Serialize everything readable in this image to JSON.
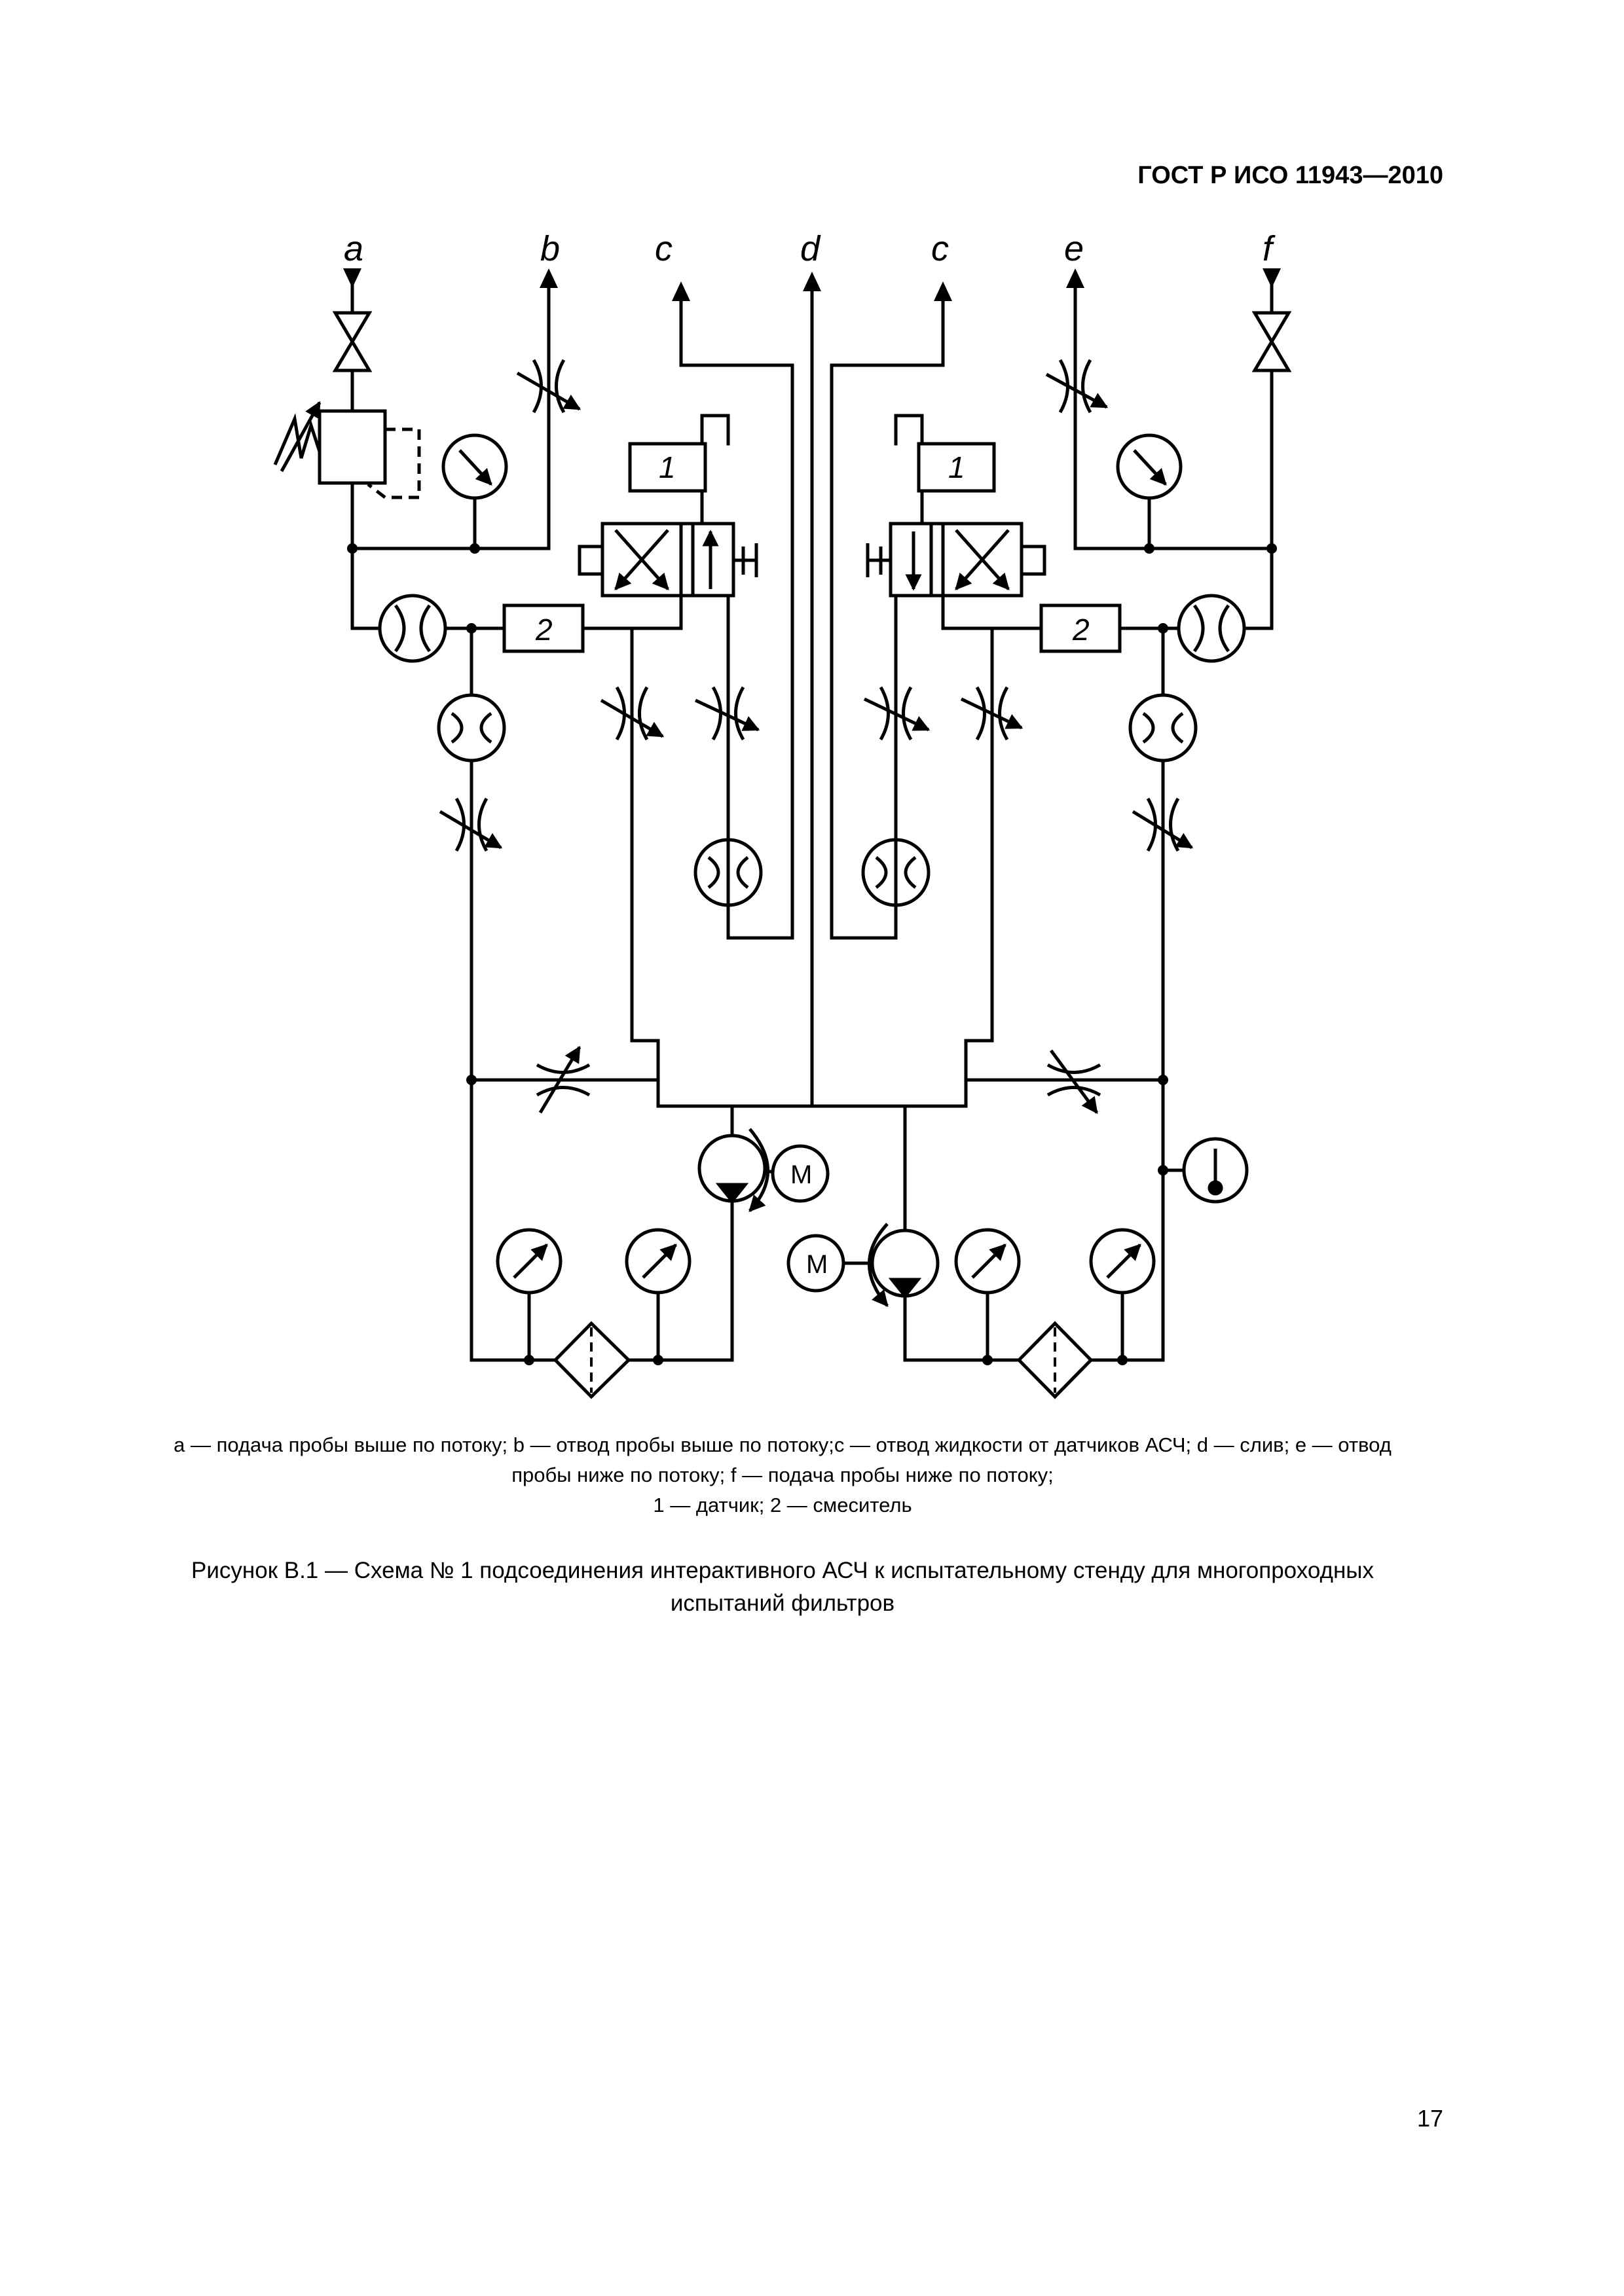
{
  "header": {
    "document_code": "ГОСТ Р ИСО 11943—2010"
  },
  "diagram": {
    "port_labels": {
      "a": "a",
      "b": "b",
      "c_left": "c",
      "d": "d",
      "c_right": "c",
      "e": "e",
      "f": "f"
    },
    "box_labels": {
      "sensor_left": "1",
      "sensor_right": "1",
      "mixer_left": "2",
      "mixer_right": "2"
    },
    "motor_label": "M"
  },
  "legend": {
    "line1": "a — подача пробы выше по потоку; b — отвод пробы выше по потоку;c — отвод жидкости от датчиков АСЧ; d — слив; e — отвод",
    "line2": "пробы ниже по потоку; f — подача пробы ниже по потоку;",
    "line3": "1 — датчик; 2 — смеситель"
  },
  "caption": {
    "line1": "Рисунок В.1 — Схема № 1 подсоединения интерактивного АСЧ к испытательному стенду для многопроходных",
    "line2": "испытаний фильтров"
  },
  "page_number": "17"
}
